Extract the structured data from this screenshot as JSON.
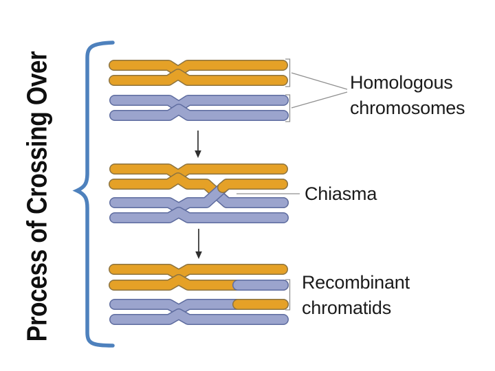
{
  "title": "Process of Crossing Over",
  "labels": {
    "homologous": {
      "line1": "Homologous",
      "line2": "chromosomes"
    },
    "chiasma": {
      "line1": "Chiasma"
    },
    "recombinant": {
      "line1": "Recombinant",
      "line2": "chromatids"
    }
  },
  "figure": {
    "type": "biology-process-diagram",
    "stages": [
      {
        "id": "homologous-chromosomes",
        "chromatids": [
          "orange",
          "orange",
          "blue",
          "blue"
        ]
      },
      {
        "id": "chiasma",
        "chromatids": [
          "orange",
          "orange crossing down to blue",
          "blue crossing up to orange",
          "blue"
        ]
      },
      {
        "id": "recombinant-chromatids",
        "chromatids": [
          "orange",
          "orange with blue end segment",
          "blue with orange end segment",
          "blue"
        ]
      }
    ],
    "connectors": [
      "down-arrow",
      "down-arrow"
    ]
  },
  "colors": {
    "orange": "#E5A127",
    "orange_outline": "#8C7340",
    "blue": "#9BA4CD",
    "blue_outline": "#5E6C9F",
    "brace": "#4E81BD",
    "ink": "#1B1B1B",
    "annotation": "#8F8F8F",
    "arrow": "#2F2F2F",
    "background": "#FFFFFF"
  }
}
